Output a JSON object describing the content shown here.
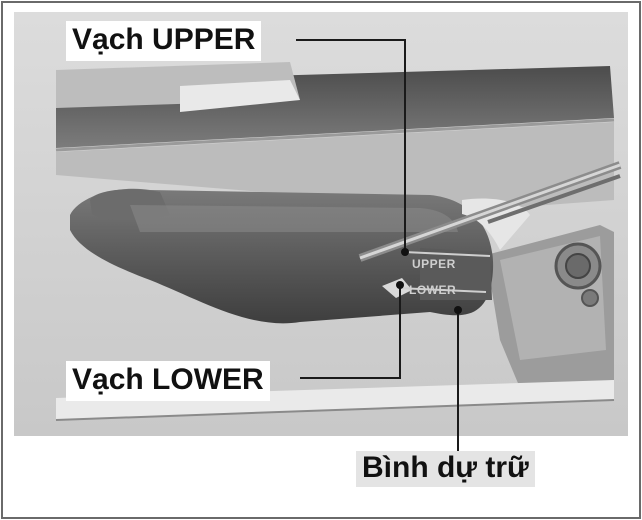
{
  "labels": {
    "upper": "Vạch UPPER",
    "lower": "Vạch LOWER",
    "reservoir": "Bình dự trữ"
  },
  "embossed": {
    "upper": "UPPER",
    "lower": "LOWER"
  }
}
